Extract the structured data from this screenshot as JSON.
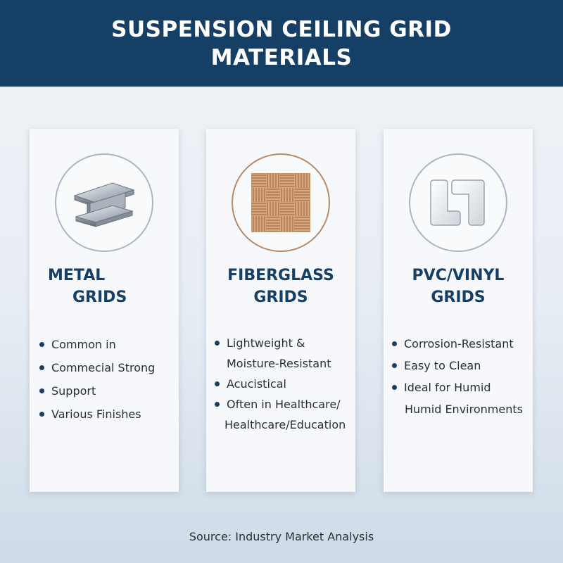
{
  "header": {
    "title": "SUSPENSION CEILING GRID MATERIALS"
  },
  "cards": [
    {
      "icon": "i-beam-icon",
      "title_line1": "METAL",
      "title_line2": "GRIDS",
      "bullets": [
        {
          "text": "Common in",
          "bullet": true
        },
        {
          "text": "Commecial Strong",
          "bullet": true
        },
        {
          "text": "Support",
          "bullet": true
        },
        {
          "text": "Various Finishes",
          "bullet": true
        }
      ]
    },
    {
      "icon": "woven-fiberglass-icon",
      "title_line1": "FIBERGLASS",
      "title_line2": "GRIDS",
      "bullets": [
        {
          "text": "Lightweight &",
          "bullet": true
        },
        {
          "text": "Moisture-Resistant",
          "bullet": false
        },
        {
          "text": "Acucistical",
          "bullet": true
        },
        {
          "text": "Often in Healthcare/",
          "bullet": true
        },
        {
          "text": "Healthcare/Education",
          "bullet": false
        }
      ]
    },
    {
      "icon": "pvc-profile-icon",
      "title_line1": "PVC/VINYL",
      "title_line2": "GRIDS",
      "bullets": [
        {
          "text": "Corrosion-Resistant",
          "bullet": true
        },
        {
          "text": "Easy to Clean",
          "bullet": true
        },
        {
          "text": "Ideal for Humid",
          "bullet": true
        },
        {
          "text": "Humid Environments",
          "bullet": false
        }
      ]
    }
  ],
  "source": "Source: Industry Market Analysis",
  "colors": {
    "header_bg": "#163f66",
    "title_text": "#163f66",
    "fiberglass_accent": "#b98a67"
  }
}
